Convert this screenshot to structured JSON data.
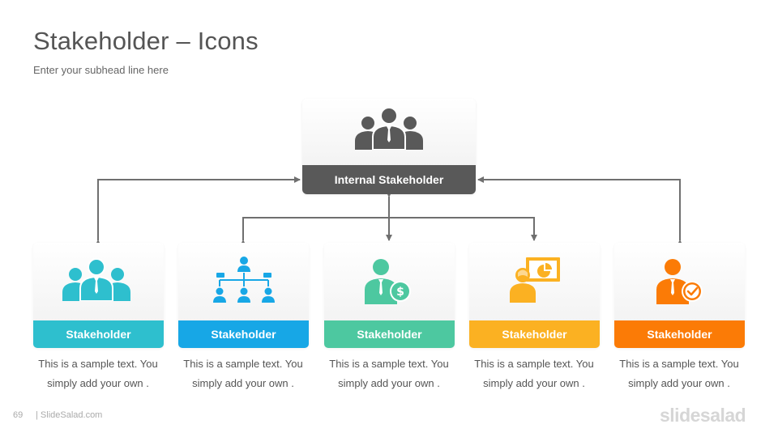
{
  "header": {
    "title": "Stakeholder – Icons",
    "subtitle": "Enter your subhead line here"
  },
  "top_node": {
    "label": "Internal Stakeholder",
    "icon": "group-icon",
    "color": "#595959"
  },
  "nodes": [
    {
      "label": "Stakeholder",
      "icon": "group-icon",
      "color": "#2EBFCE",
      "text_line1": "This is a sample text. You",
      "text_line2": "simply add your own ."
    },
    {
      "label": "Stakeholder",
      "icon": "org-chart-icon",
      "color": "#17A7E6",
      "text_line1": "This is a sample text. You",
      "text_line2": "simply add your own ."
    },
    {
      "label": "Stakeholder",
      "icon": "businessman-dollar-icon",
      "color": "#4DC8A0",
      "text_line1": "This is a sample text. You",
      "text_line2": "simply add your own ."
    },
    {
      "label": "Stakeholder",
      "icon": "presenter-icon",
      "color": "#FBB122",
      "text_line1": "This is a sample text. You",
      "text_line2": "simply add your own ."
    },
    {
      "label": "Stakeholder",
      "icon": "businessman-check-icon",
      "color": "#FB7B06",
      "text_line1": "This is a sample text. You",
      "text_line2": "simply add your own ."
    }
  ],
  "footer": {
    "page_number": "69",
    "site": "| SlideSalad.com",
    "brand": "slidesalad"
  }
}
